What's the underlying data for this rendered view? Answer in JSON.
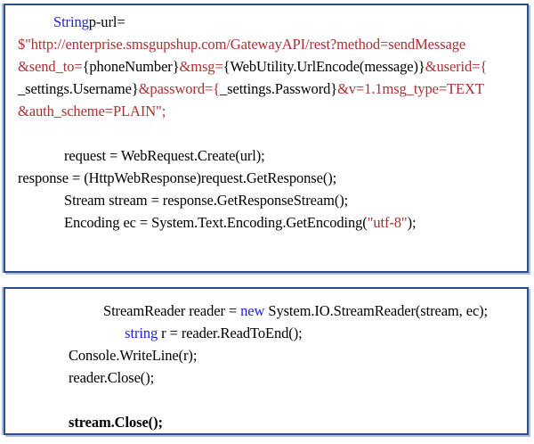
{
  "document": {
    "title": "C# SMS Gateway API code listing",
    "language": "csharp",
    "colors": {
      "keyword": "#2222dd",
      "string": "#a83232",
      "text": "#000000",
      "border": "#2e4d86",
      "border_shadow": "#a9bddc",
      "background": "#ffffff"
    }
  },
  "blocks": [
    {
      "name": "request-setup-block",
      "lines": [
        {
          "indent": "ind-1",
          "tokens": [
            {
              "type": "kw",
              "text": "String"
            },
            {
              "type": "plain",
              "text": "p-url="
            }
          ]
        },
        {
          "indent": "ind-0",
          "tokens": [
            {
              "type": "str",
              "text": "$\"http://enterprise.smsgupshup.com/GatewayAPI/rest?method=sendMessage"
            }
          ]
        },
        {
          "indent": "ind-0",
          "tokens": [
            {
              "type": "str",
              "text": "&send_to="
            },
            {
              "type": "plain",
              "text": "{phoneNumber}"
            },
            {
              "type": "str",
              "text": "&msg="
            },
            {
              "type": "plain",
              "text": "{WebUtility.UrlEncode(message)}"
            },
            {
              "type": "str",
              "text": "&userid={"
            }
          ]
        },
        {
          "indent": "ind-0",
          "tokens": [
            {
              "type": "plain",
              "text": "_settings.Username}"
            },
            {
              "type": "str",
              "text": "&password={"
            },
            {
              "type": "plain",
              "text": "_settings.Password}"
            },
            {
              "type": "str",
              "text": "&v=1.1msg_type=TEXT"
            }
          ]
        },
        {
          "indent": "ind-0",
          "tokens": [
            {
              "type": "str",
              "text": "&auth_scheme=PLAIN\";"
            }
          ]
        },
        {
          "blank": true
        },
        {
          "indent": "ind-2",
          "tokens": [
            {
              "type": "plain",
              "text": "request = WebRequest.Create(url);"
            }
          ]
        },
        {
          "indent": "ind-0",
          "tokens": [
            {
              "type": "plain",
              "text": "response = (HttpWebResponse)request.GetResponse();"
            }
          ]
        },
        {
          "indent": "ind-2",
          "tokens": [
            {
              "type": "plain",
              "text": "Stream stream = response.GetResponseStream();"
            }
          ]
        },
        {
          "indent": "ind-2",
          "tokens": [
            {
              "type": "plain",
              "text": "Encoding ec = System.Text.Encoding.GetEncoding("
            },
            {
              "type": "str",
              "text": "\"utf-8\""
            },
            {
              "type": "plain",
              "text": ");"
            }
          ]
        }
      ]
    },
    {
      "name": "response-read-block",
      "lines": [
        {
          "indent": "ind-3",
          "tokens": [
            {
              "type": "plain",
              "text": "StreamReader reader = "
            },
            {
              "type": "kw",
              "text": "new"
            },
            {
              "type": "plain",
              "text": " System.IO.StreamReader(stream, ec);"
            }
          ]
        },
        {
          "indent": "ind-3",
          "tokens": [
            {
              "type": "plain",
              "text": "      "
            },
            {
              "type": "kw",
              "text": "string"
            },
            {
              "type": "plain",
              "text": " r = reader.ReadToEnd();"
            }
          ]
        },
        {
          "indent": "ind-4",
          "tokens": [
            {
              "type": "plain",
              "text": "Console.WriteLine(r);"
            }
          ]
        },
        {
          "indent": "ind-4",
          "tokens": [
            {
              "type": "plain",
              "text": "reader.Close();"
            }
          ]
        },
        {
          "blank": true
        },
        {
          "indent": "ind-4",
          "tokens": [
            {
              "type": "bold",
              "text": "stream.Close();"
            }
          ]
        }
      ]
    }
  ]
}
